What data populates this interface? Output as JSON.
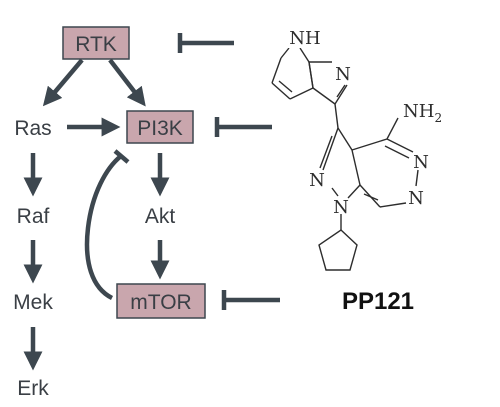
{
  "diagram": {
    "nodes": {
      "rtk": "RTK",
      "pi3k": "PI3K",
      "mtor": "mTOR",
      "ras": "Ras",
      "raf": "Raf",
      "mek": "Mek",
      "erk": "Erk",
      "akt": "Akt"
    },
    "drug_name": "PP121",
    "molecule": {
      "nh": "NH",
      "n_pyridine": "N",
      "nh2": "NH",
      "nh2_sub": "2",
      "n_pyrimidine_top": "N",
      "n_pyrimidine_bottom": "N",
      "n_pyrazole_left": "N",
      "n_pyrazole_bottom": "N"
    },
    "colors": {
      "box_fill": "#c9a6ad",
      "box_border": "#3d474f",
      "arrow": "#3d474f",
      "text": "#3a3f45"
    }
  }
}
